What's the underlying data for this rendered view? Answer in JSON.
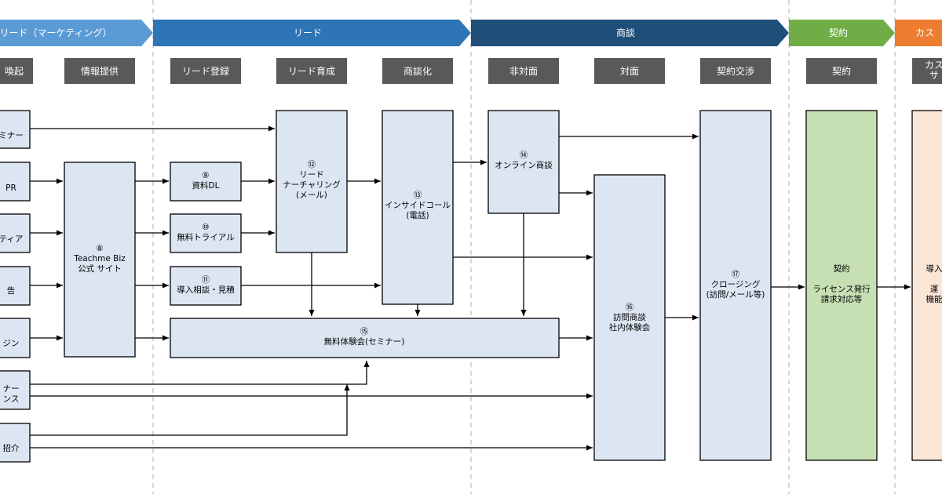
{
  "phases": [
    {
      "key": "marketing",
      "label": "未リード（マーケティング）",
      "color": "#5b9bd5"
    },
    {
      "key": "lead",
      "label": "リード",
      "color": "#2e75b6"
    },
    {
      "key": "deal",
      "label": "商談",
      "color": "#1f4e79"
    },
    {
      "key": "contract",
      "label": "契約",
      "color": "#70ad47"
    },
    {
      "key": "customer",
      "label": "カス",
      "color": "#ed7d31"
    }
  ],
  "subheaders": [
    {
      "key": "awareness",
      "label": "喚起"
    },
    {
      "key": "info",
      "label": "情報提供"
    },
    {
      "key": "lead_reg",
      "label": "リード登録"
    },
    {
      "key": "nurture",
      "label": "リード育成"
    },
    {
      "key": "dealify",
      "label": "商談化"
    },
    {
      "key": "remote",
      "label": "非対面"
    },
    {
      "key": "face",
      "label": "対面"
    },
    {
      "key": "negotiation",
      "label": "契約交渉"
    },
    {
      "key": "contract",
      "label": "契約"
    },
    {
      "key": "customer",
      "label": "カス\nサ"
    }
  ],
  "sources": [
    {
      "key": "seminar",
      "label": "ミナー"
    },
    {
      "key": "pr",
      "label": "PR"
    },
    {
      "key": "media",
      "label": "ティア"
    },
    {
      "key": "ad",
      "label": "告"
    },
    {
      "key": "magazine",
      "label": "ジン"
    },
    {
      "key": "partner",
      "label": "ナー\nンス"
    },
    {
      "key": "referral",
      "label": "招介"
    }
  ],
  "nodes": {
    "site": {
      "label": "⑧\nTeachme Biz\n公式 サイト"
    },
    "doc_dl": {
      "label": "⑨\n資料DL"
    },
    "trial": {
      "label": "⑩\n無料トライアル"
    },
    "consult": {
      "label": "⑪\n導入相談・見積"
    },
    "nurturing": {
      "label": "⑫\nリード\nナーチャリング\n(メール)"
    },
    "inside": {
      "label": "⑬\nインサイドコール\n(電話)"
    },
    "online": {
      "label": "⑭\nオンライン商談"
    },
    "workshop": {
      "label": "⑮\n無料体験会(セミナー)"
    },
    "visit": {
      "label": "⑯\n訪問商談\n社内体験会"
    },
    "closing": {
      "label": "⑰\nクロージング\n(訪問/メール等)"
    },
    "contract": {
      "label": "契約\n\nライセンス発行\n請求対応等"
    },
    "onboard": {
      "label": "導入\n\n運\n機能"
    }
  },
  "colors": {
    "node_fill": "#dce6f2",
    "contract_fill": "#c6e0b4",
    "customer_fill": "#fbe5d6",
    "subheader_fill": "#595959",
    "stroke": "#000000"
  }
}
